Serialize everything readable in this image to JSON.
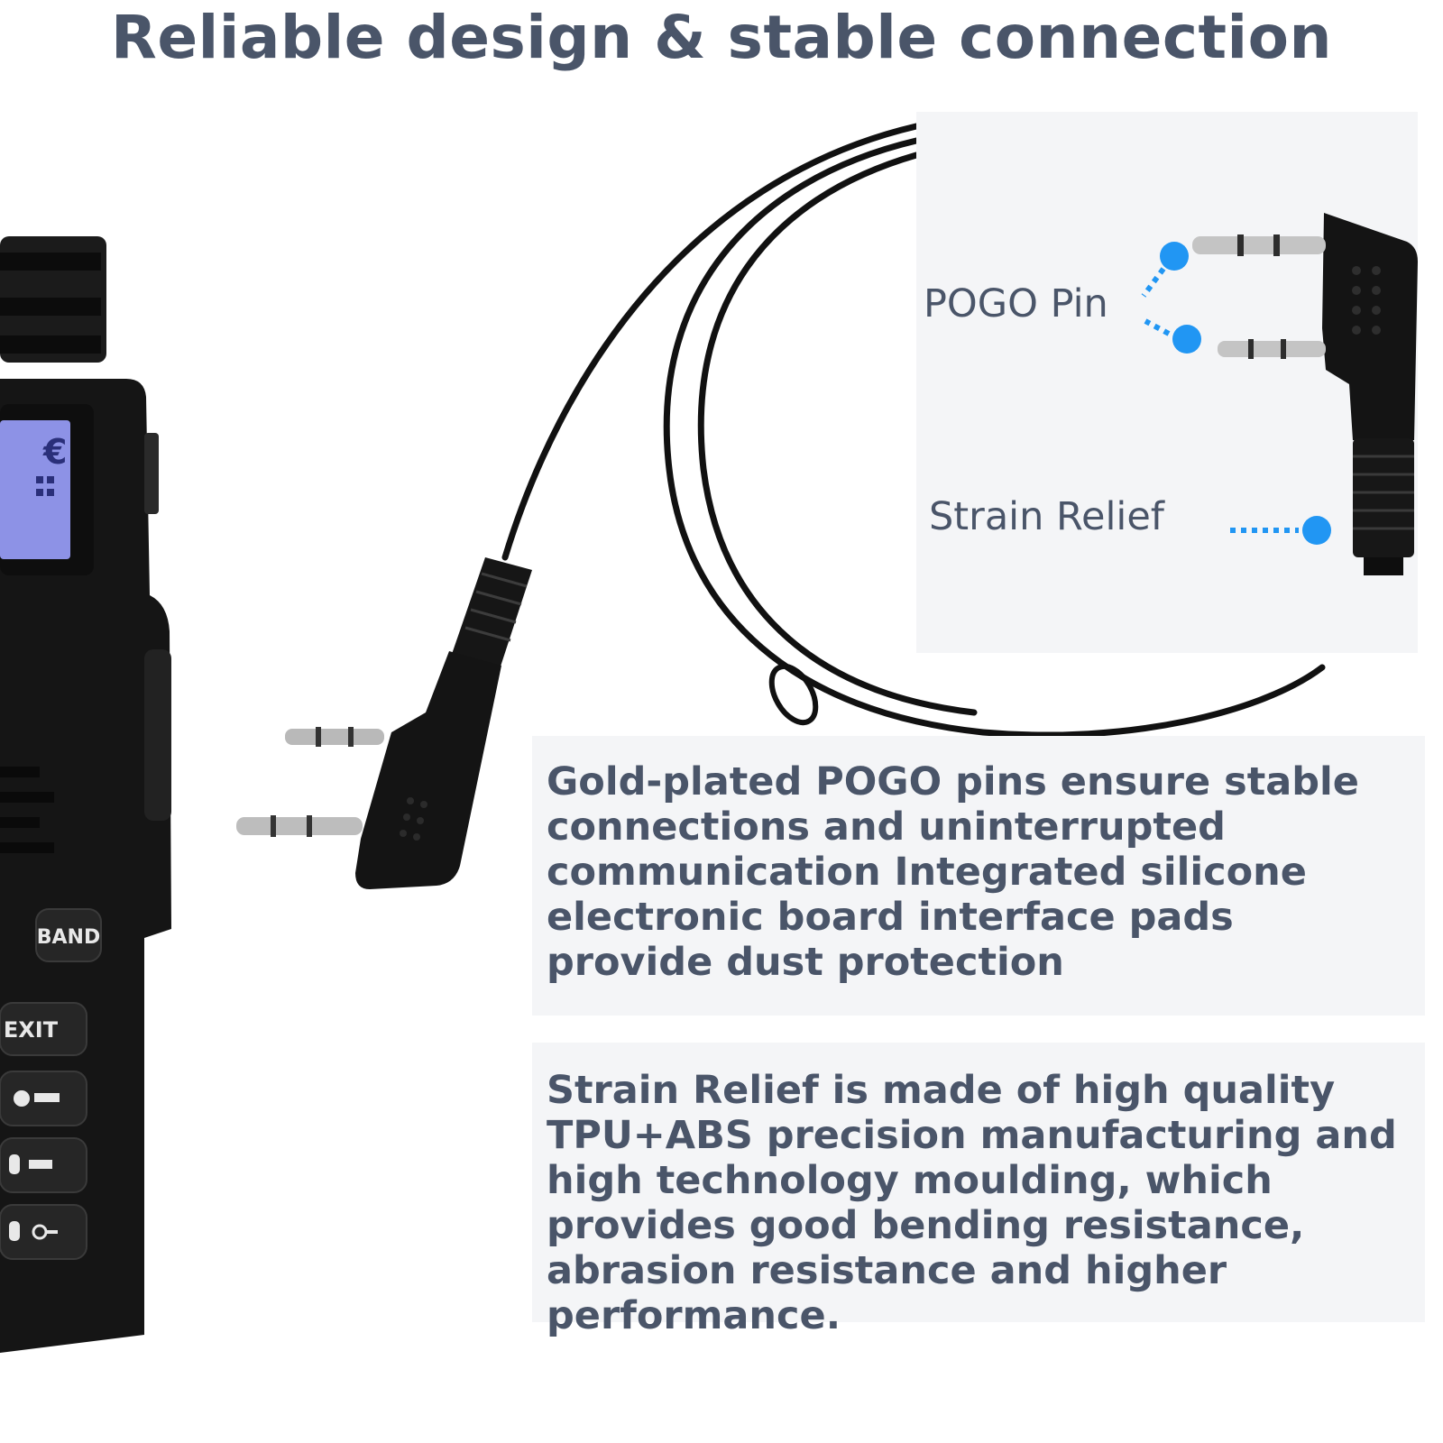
{
  "title": "Reliable design & stable connection",
  "callouts": {
    "pogo_pin": "POGO Pin",
    "strain_relief": "Strain Relief"
  },
  "descriptions": {
    "pogo": "Gold-plated POGO pins ensure stable connections and uninterrupted communication Integrated silicone electronic board interface pads provide dust protection",
    "strain": "Strain Relief is made of high quality TPU+ABS precision manufacturing and high technology moulding, which provides good bending resistance, abrasion resistance and higher performance."
  },
  "radio_keys": {
    "band": "BAND",
    "exit": "EXIT"
  },
  "colors": {
    "heading": "#4a5569",
    "panel": "#f4f5f7",
    "callout_dot": "#2196f3",
    "cable": "#111111"
  }
}
